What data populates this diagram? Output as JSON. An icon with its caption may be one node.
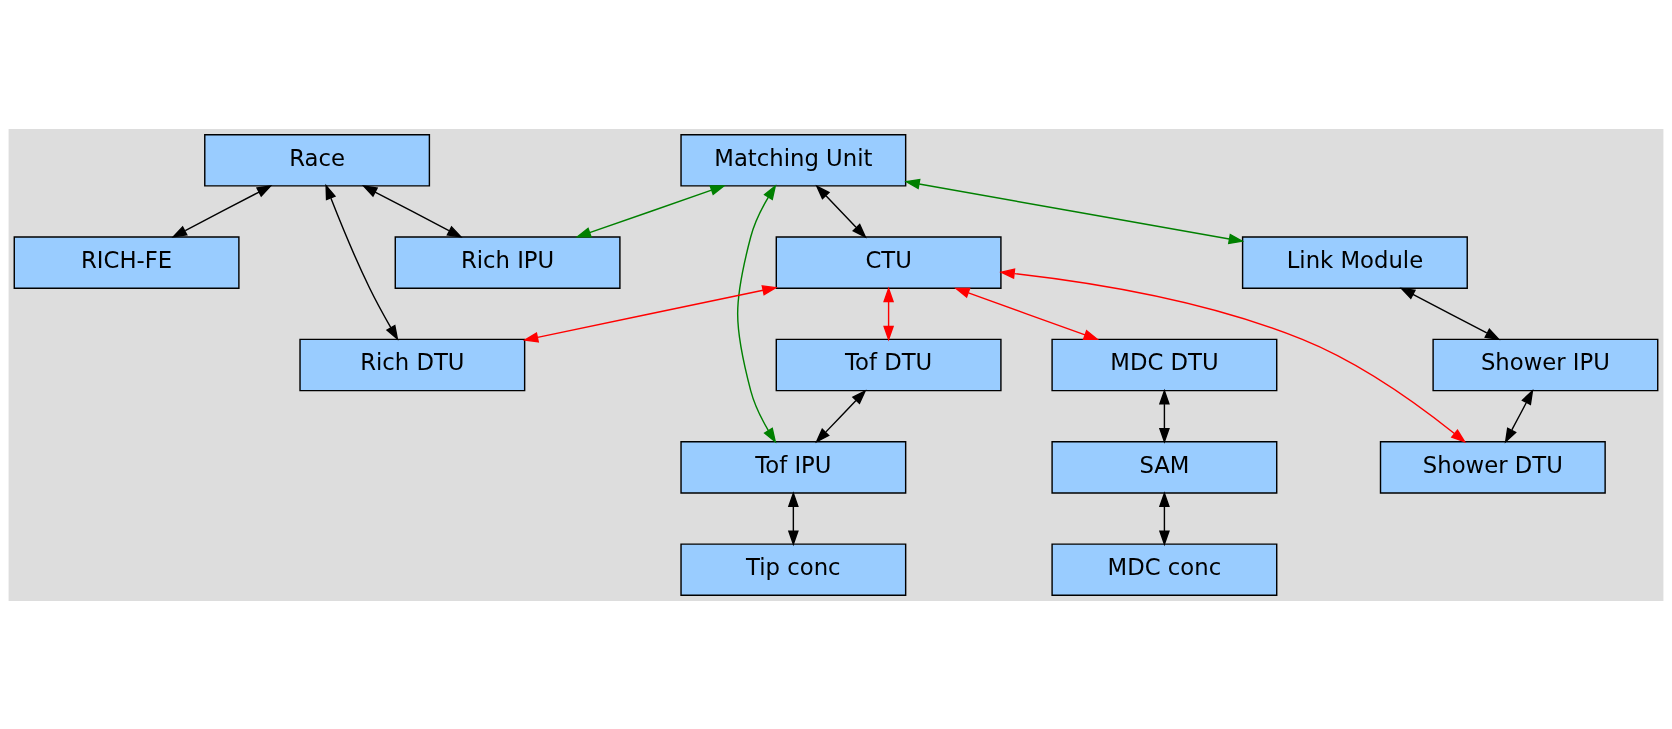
{
  "diagram": {
    "nodes": [
      {
        "text": [
          "Matching Unit"
        ]
      },
      {
        "text": [
          "Rich IPU"
        ]
      },
      {
        "text": [
          "Race"
        ]
      },
      {
        "text": [
          "CTU"
        ]
      },
      {
        "text": [
          "RICH-FE"
        ]
      },
      {
        "text": [
          "Tof DTU"
        ]
      },
      {
        "text": [
          "Rich DTU"
        ]
      },
      {
        "text": [
          "Tof IPU"
        ]
      },
      {
        "text": [
          "MDC DTU"
        ]
      },
      {
        "text": [
          "Link Module"
        ]
      },
      {
        "text": [
          "Shower IPU"
        ]
      },
      {
        "text": [
          "SAM"
        ]
      },
      {
        "text": [
          "Tip conc"
        ]
      },
      {
        "text": [
          "MDC conc"
        ]
      },
      {
        "text": [
          "Shower DTU"
        ]
      }
    ],
    "edges": [
      {
        "from": 0,
        "to": 1,
        "arrow": "both",
        "color": "#008000"
      },
      {
        "from": 0,
        "to": 9,
        "arrow": "both",
        "color": "#008000"
      },
      {
        "from": 0,
        "to": 7,
        "arrow": "both",
        "color": "#008000"
      },
      {
        "from": 0,
        "to": 3,
        "arrow": "both"
      },
      {
        "from": 2,
        "to": 1,
        "arrow": "both"
      },
      {
        "from": 2,
        "to": 4,
        "arrow": "both"
      },
      {
        "from": 2,
        "to": 6,
        "arrow": "both"
      },
      {
        "from": 3,
        "to": 5,
        "arrow": "both",
        "color": "#ff0000"
      },
      {
        "from": 3,
        "to": 8,
        "arrow": "both",
        "color": "#ff0000"
      },
      {
        "from": 3,
        "to": 6,
        "arrow": "both",
        "color": "#ff0000"
      },
      {
        "from": 3,
        "to": 14,
        "arrow": "both",
        "color": "#ff0000"
      },
      {
        "from": 5,
        "to": 7,
        "arrow": "both"
      },
      {
        "from": 7,
        "to": 12,
        "arrow": "both"
      },
      {
        "from": 8,
        "to": 11,
        "arrow": "both"
      },
      {
        "from": 11,
        "to": 13,
        "arrow": "both"
      },
      {
        "from": 9,
        "to": 10,
        "arrow": "both"
      },
      {
        "from": 10,
        "to": 14,
        "arrow": "both"
      }
    ]
  }
}
